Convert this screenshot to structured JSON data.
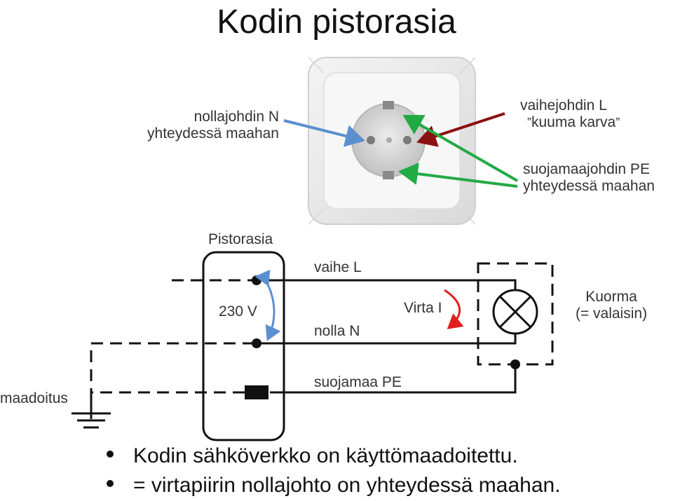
{
  "title": "Kodin pistorasia",
  "socket_labels": {
    "neutral_line1": "nollajohdin N",
    "neutral_line2": "yhteydessä maahan",
    "phase_line1": "vaihejohdin L",
    "phase_line2": "kuuma karva",
    "earth_line1": "suojamaajohdin PE",
    "earth_line2": "yhteydessä maahan"
  },
  "circuit_labels": {
    "socket": "Pistorasia",
    "voltage": "230 V",
    "phase": "vaihe L",
    "neutral": "nolla N",
    "current": "Virta I",
    "load_line1": "Kuorma",
    "load_line2": "(= valaisin)",
    "protective_earth": "suojamaa PE",
    "grounding": "maadoitus"
  },
  "bullets": [
    "Kodin sähköverkko on käyttömaadoitettu.",
    "= virtapiirin nollajohto on yhteydessä maahan."
  ],
  "colors": {
    "neutral_arrow": "#5b8fcf",
    "phase_arrow": "#8b1010",
    "earth_arrow": "#22aa44",
    "current_arrow": "#e02020",
    "voltage_arrow": "#5b8fcf"
  }
}
